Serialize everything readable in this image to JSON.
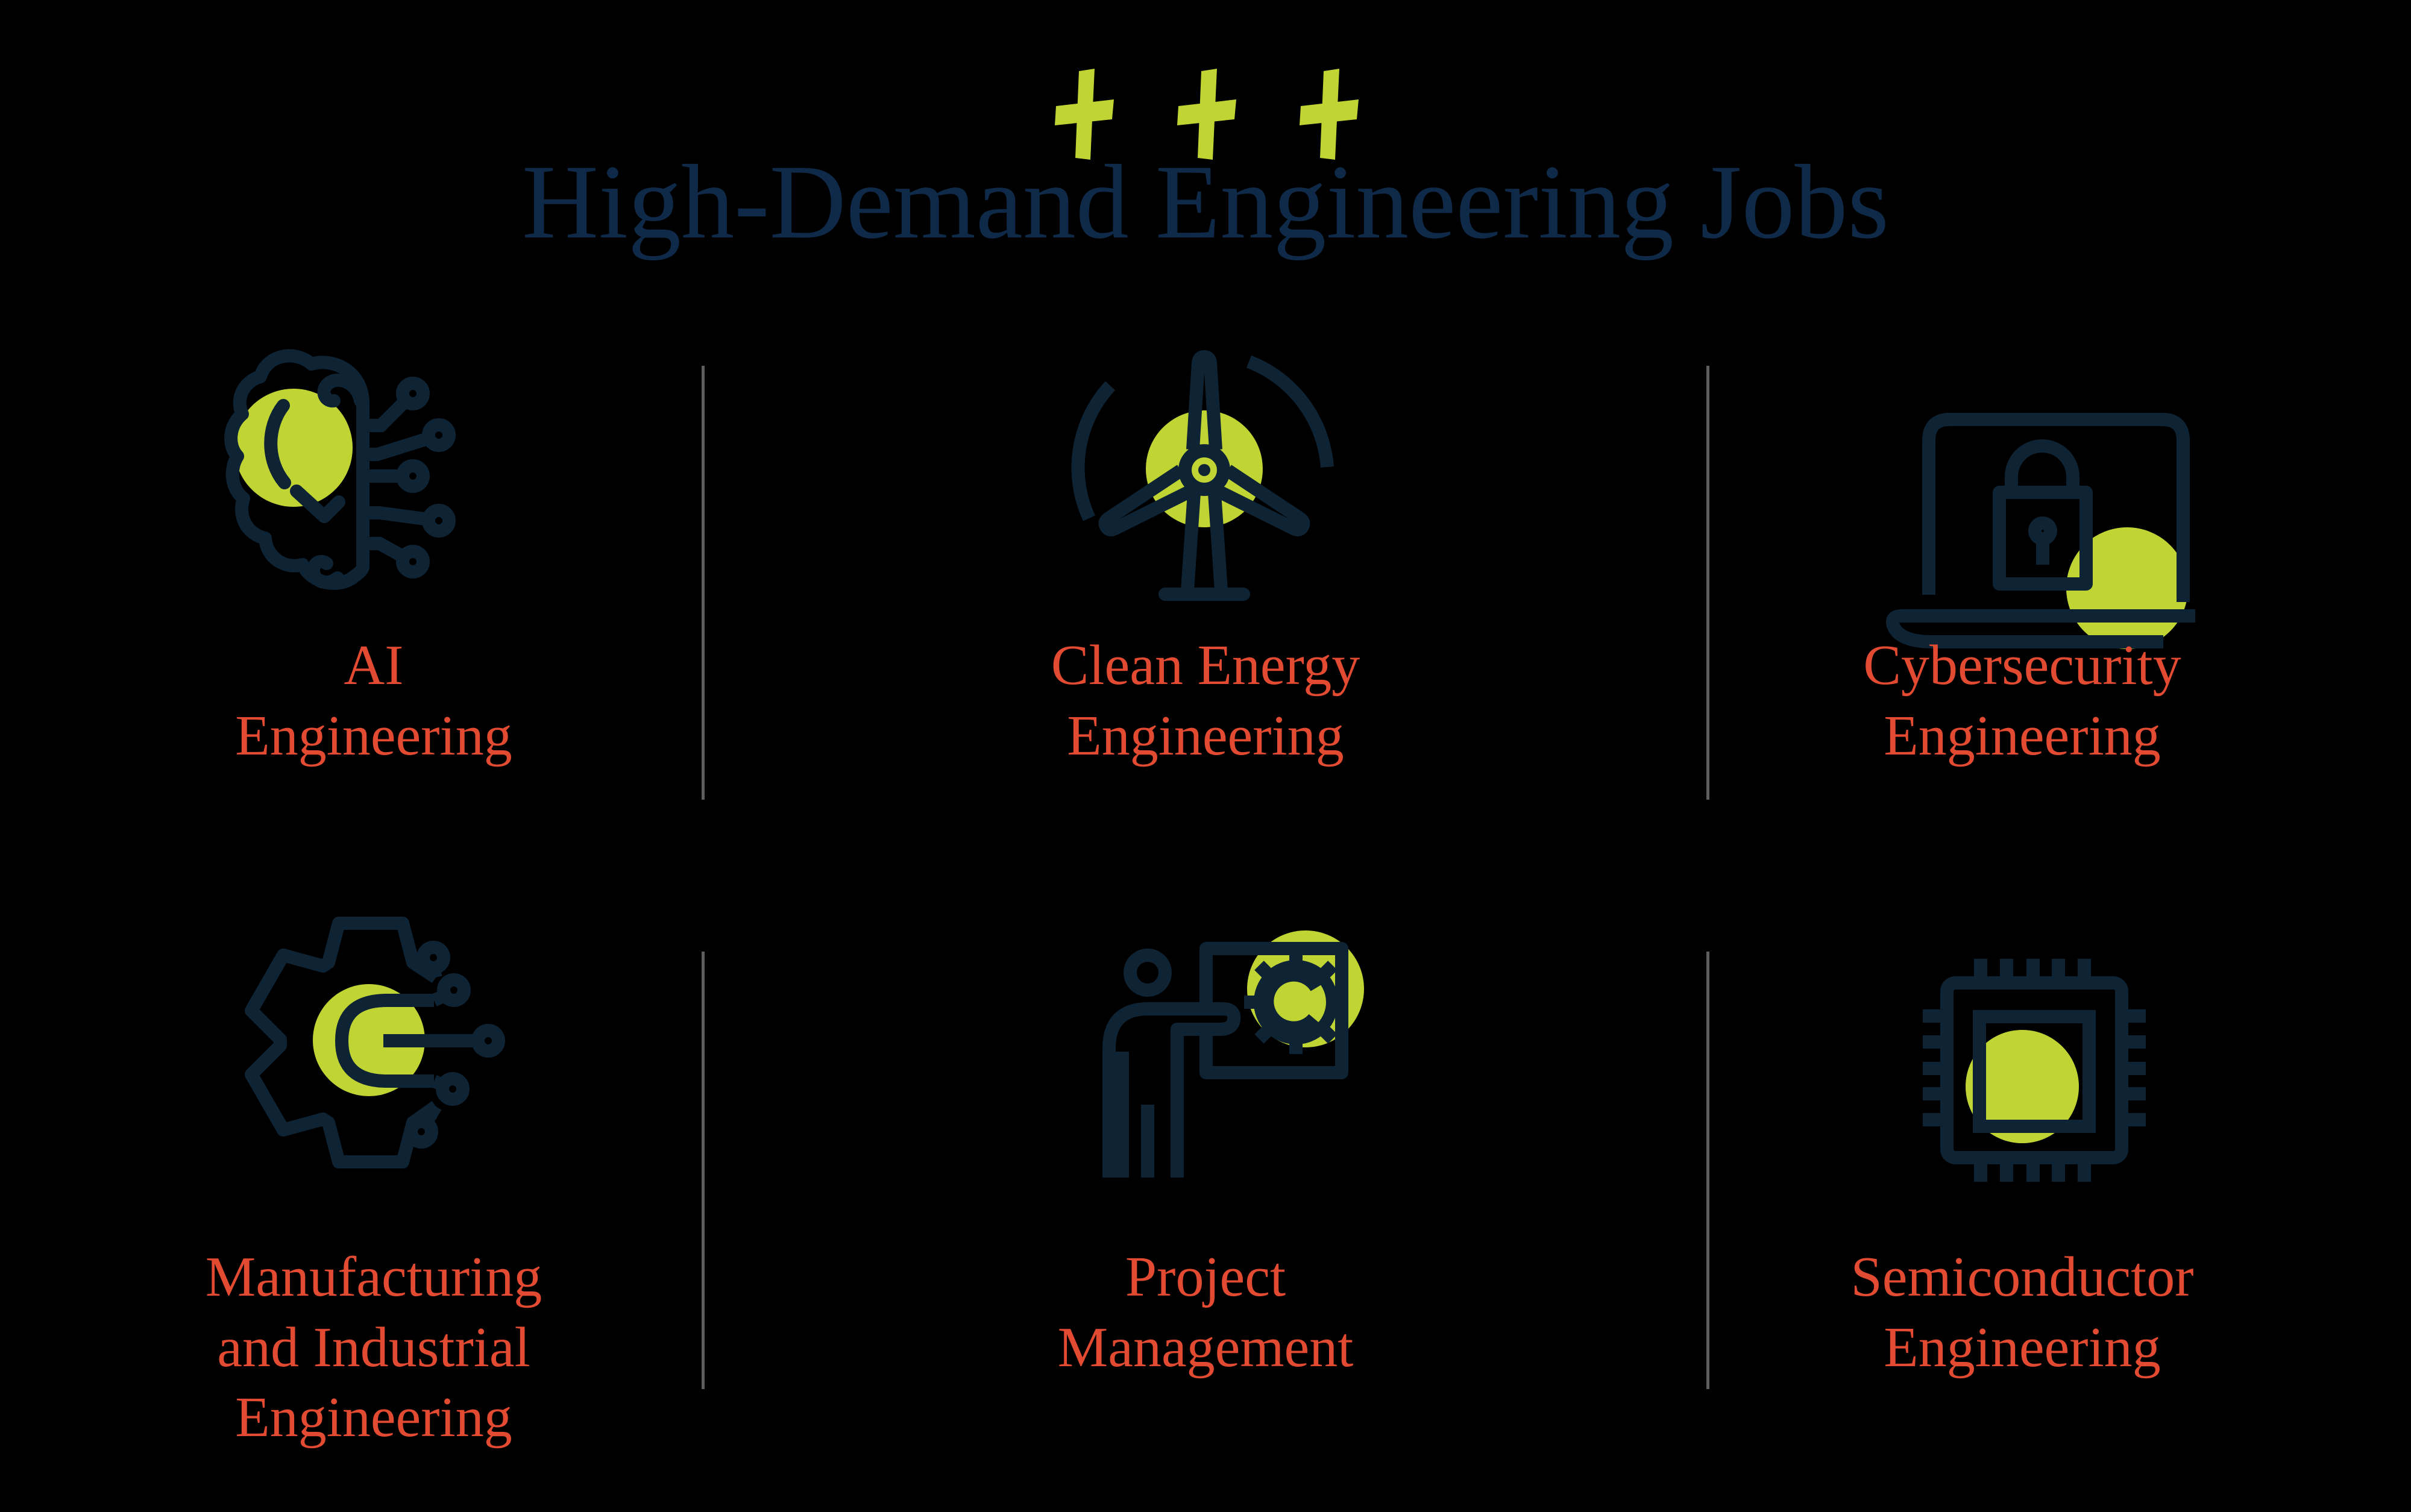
{
  "header": {
    "title": "High-Demand Engineering Jobs",
    "plus_marks": 3
  },
  "colors": {
    "background": "#000000",
    "icon_navy": "#0e2334",
    "title_navy": "#0f2a49",
    "label_red": "#e24a31",
    "accent_green": "#c0d434",
    "divider_gray": "#5e5e5e"
  },
  "jobs": [
    {
      "id": "ai-engineering",
      "label": "AI\nEngineering",
      "icon": "brain-circuit-icon"
    },
    {
      "id": "clean-energy-engineering",
      "label": "Clean Energy\nEngineering",
      "icon": "wind-turbine-icon"
    },
    {
      "id": "cybersecurity-engineering",
      "label": "Cybersecurity\nEngineering",
      "icon": "laptop-lock-icon"
    },
    {
      "id": "manufacturing-industrial-engineering",
      "label": "Manufacturing\nand Industrial\nEngineering",
      "icon": "gear-circuit-icon"
    },
    {
      "id": "project-management",
      "label": "Project\nManagement",
      "icon": "presenter-board-gear-icon"
    },
    {
      "id": "semiconductor-engineering",
      "label": "Semiconductor\nEngineering",
      "icon": "microchip-icon"
    }
  ]
}
